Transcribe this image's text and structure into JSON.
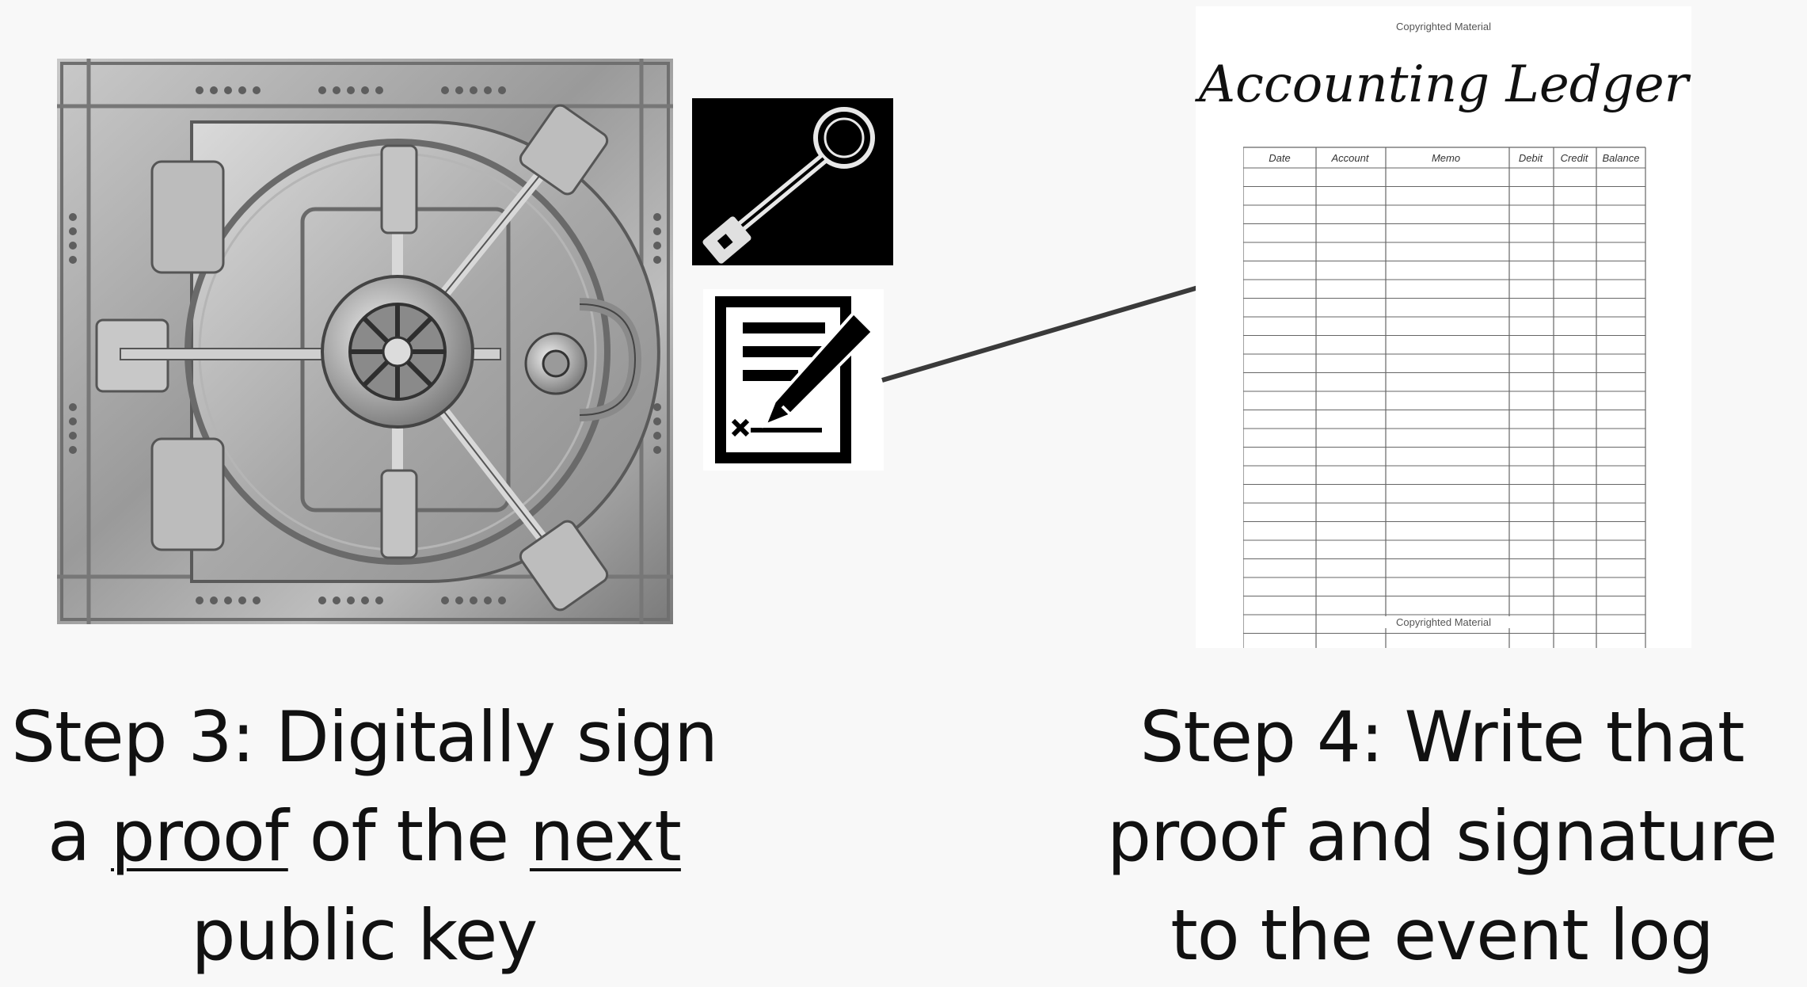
{
  "step3": {
    "line1": "Step 3: Digitally sign",
    "line2_pre": "a ",
    "line2_u1": "proof",
    "line2_mid": " of the ",
    "line2_u2": "next",
    "line3": "public key"
  },
  "step4": {
    "line1": "Step 4: Write that",
    "line2": "proof and signature",
    "line3": "to the event log"
  },
  "ledger": {
    "copyright_top": "Copyrighted Material",
    "title": "Accounting Ledger",
    "columns": [
      "Date",
      "Account",
      "Memo",
      "Debit",
      "Credit",
      "Balance"
    ],
    "copyright_bottom": "Copyrighted Material"
  },
  "icons": [
    "vault-door-icon",
    "key-icon",
    "signed-document-icon"
  ],
  "colors": {
    "background": "#f8f8f8",
    "arrow": "#3a3a3a"
  }
}
